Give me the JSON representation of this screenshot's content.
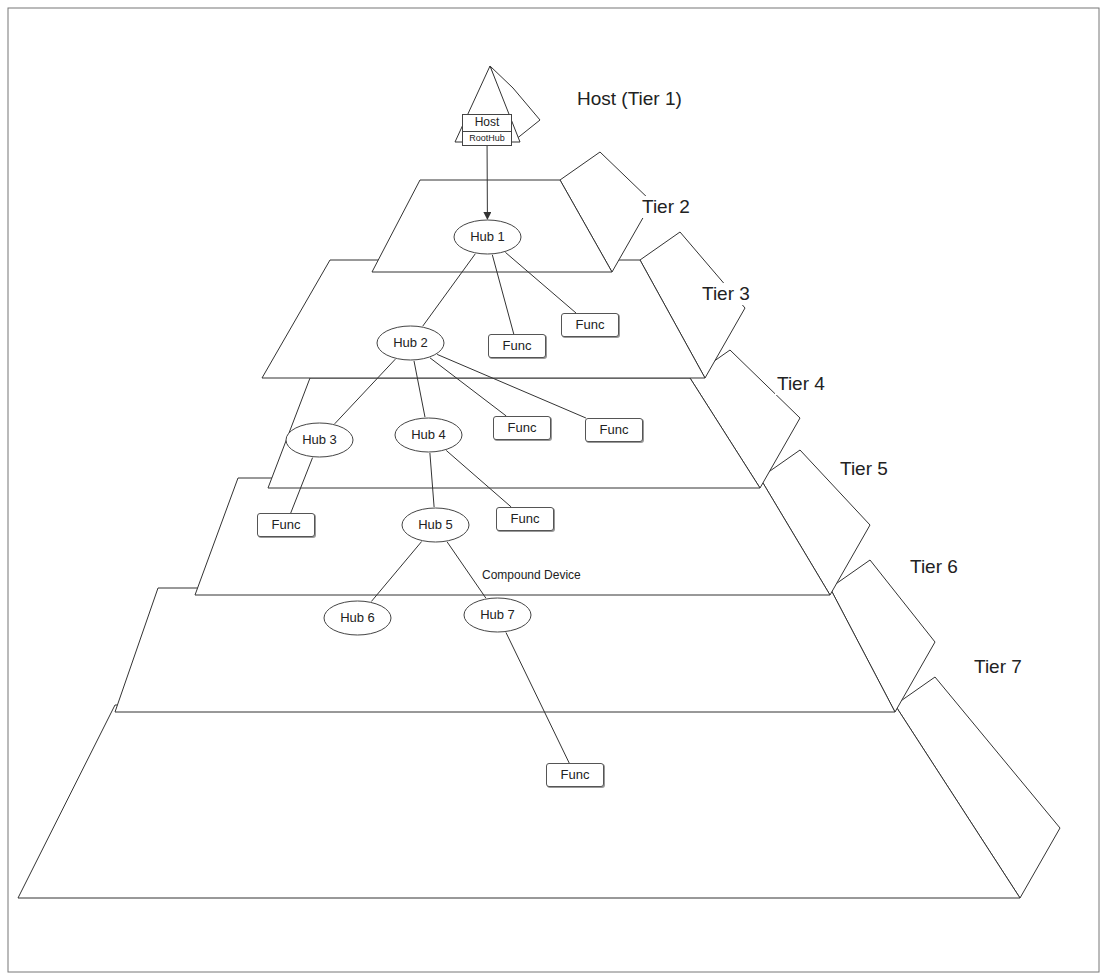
{
  "diagram": {
    "nodes": [
      {
        "text": [
          "Host",
          "RootHub"
        ]
      },
      {
        "text": [
          "Hub 1"
        ]
      },
      {
        "text": [
          "Func"
        ]
      },
      {
        "text": [
          "Hub 2"
        ]
      },
      {
        "text": [
          "Func"
        ]
      },
      {
        "text": [
          "Hub 3"
        ]
      },
      {
        "text": [
          "Hub 4"
        ]
      },
      {
        "text": [
          "Func"
        ]
      },
      {
        "text": [
          "Func"
        ]
      },
      {
        "text": [
          "Func"
        ]
      },
      {
        "text": [
          "Hub 5"
        ]
      },
      {
        "text": [
          "Func"
        ]
      },
      {
        "text": [
          "Hub 6"
        ]
      },
      {
        "text": [
          "Hub 7"
        ]
      },
      {
        "text": [
          "Func"
        ]
      }
    ],
    "edges": [
      {
        "from": 0,
        "to": 1,
        "arrow": "to"
      },
      {
        "from": 1,
        "to": 3,
        "arrow": "none"
      },
      {
        "from": 1,
        "to": 4,
        "arrow": "none"
      },
      {
        "from": 1,
        "to": 2,
        "arrow": "none"
      },
      {
        "from": 3,
        "to": 5,
        "arrow": "none"
      },
      {
        "from": 3,
        "to": 6,
        "arrow": "none"
      },
      {
        "from": 3,
        "to": 7,
        "arrow": "none"
      },
      {
        "from": 3,
        "to": 8,
        "arrow": "none"
      },
      {
        "from": 5,
        "to": 9,
        "arrow": "none"
      },
      {
        "from": 6,
        "to": 10,
        "arrow": "none"
      },
      {
        "from": 6,
        "to": 11,
        "arrow": "none"
      },
      {
        "from": 10,
        "to": 12,
        "arrow": "none"
      },
      {
        "from": 10,
        "to": 13,
        "arrow": "none"
      },
      {
        "from": 13,
        "to": 14,
        "arrow": "none"
      }
    ],
    "labels": [
      "Host (Tier 1)",
      "Tier 2",
      "Tier 3",
      "Tier 4",
      "Tier 5",
      "Tier 6",
      "Tier 7",
      "Compound Device"
    ]
  }
}
